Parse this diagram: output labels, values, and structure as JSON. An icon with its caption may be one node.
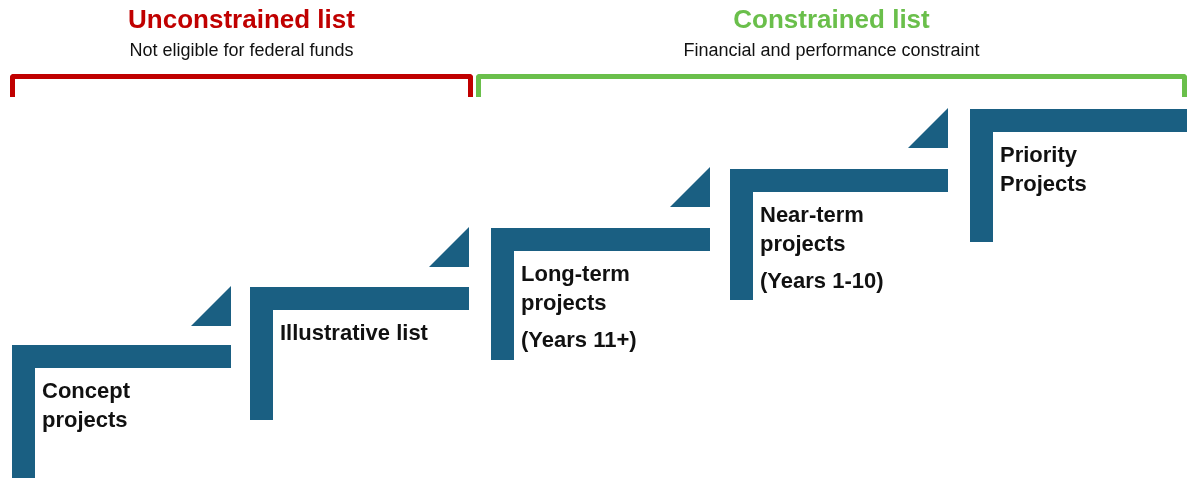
{
  "diagram": {
    "nodes": [
      {
        "text": [
          "Unconstrained list",
          "Not eligible for federal funds"
        ]
      },
      {
        "text": [
          "Constrained list",
          "Financial and performance constraint"
        ]
      },
      {
        "text": [
          "Concept projects"
        ]
      },
      {
        "text": [
          "Illustrative list"
        ]
      },
      {
        "text": [
          "Long-term projects",
          "(Years 11+)"
        ]
      },
      {
        "text": [
          "Near-term projects",
          "(Years 1-10)"
        ]
      },
      {
        "text": [
          "Priority Projects"
        ]
      }
    ]
  }
}
